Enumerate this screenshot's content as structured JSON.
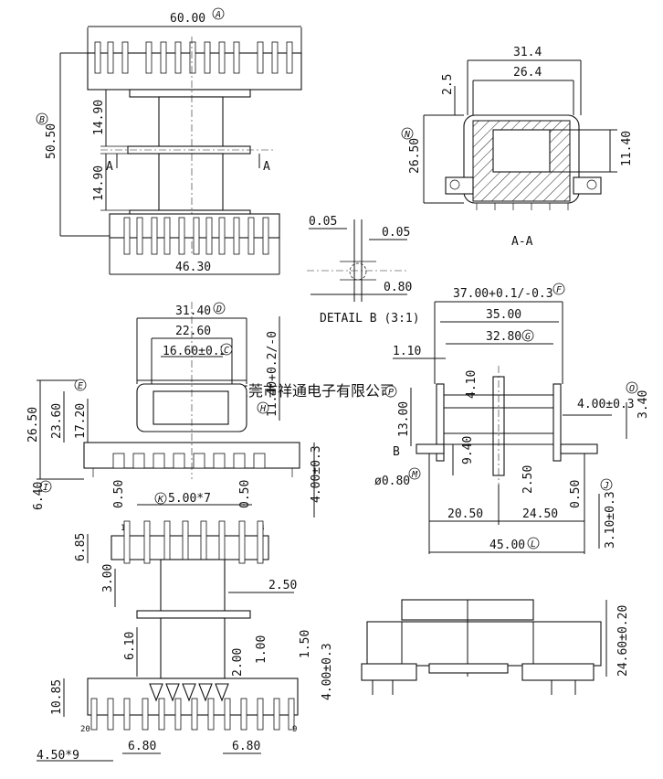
{
  "watermark": "东莞市祥通电子有限公司",
  "top_view": {
    "width_top": "60.00",
    "width_top_marker": "A",
    "overall_height": "50.50",
    "overall_height_marker": "B",
    "upper_section": "14.90",
    "lower_section": "14.90",
    "width_bottom": "46.30",
    "section_mark_left": "A",
    "section_mark_right": "A"
  },
  "section_aa": {
    "outer_width": "31.4",
    "inner_width": "26.4",
    "wall": "2.5",
    "height": "26.50",
    "height_marker": "N",
    "inner_height": "11.40",
    "caption": "A-A"
  },
  "detail_b": {
    "gap_left": "0.05",
    "gap_right": "0.05",
    "slot": "0.80",
    "caption": "DETAIL B (3:1)"
  },
  "front_view": {
    "width_outer": "31.40",
    "width_outer_marker": "D",
    "width_mid": "22.60",
    "width_inner": "16.60±0.2",
    "width_inner_marker": "C",
    "core_height": "11.40+0.2/-0",
    "core_height_marker": "H",
    "total_height": "26.50",
    "height_2": "23.60",
    "height_2_marker": "E",
    "height_3": "17.20",
    "pin_length": "6.40",
    "pin_length_marker": "I",
    "pin_length_right": "4.00±0.3",
    "pitch_label": "5.00*7",
    "pitch_marker": "K",
    "clearance_left": "0.50",
    "clearance_right": "0.50"
  },
  "side_view": {
    "width_total": "37.00+0.1/-0.3",
    "width_total_marker": "F",
    "width_35": "35.00",
    "width_328": "32.80",
    "width_328_marker": "G",
    "offset": "1.10",
    "flange_gap": "4.10",
    "height_13": "13.00",
    "height_13_marker": "P",
    "pin_offset": "4.00±0.3",
    "pin_offset_marker": "O",
    "right_height": "3.40",
    "detail_b_ref": "B",
    "pin_height": "9.40",
    "pin_dia": "ø0.80",
    "pin_dia_marker": "M",
    "center_gap": "2.50",
    "pin_protrusion": "0.50",
    "pin_protrusion_marker": "J",
    "left_span": "20.50",
    "right_span": "24.50",
    "pin_stub": "3.10±0.3",
    "base_width": "45.00",
    "base_width_marker": "L"
  },
  "bottom_view": {
    "pin_start": "1",
    "pin_end": "8",
    "pin_start_lower": "20",
    "pin_end_lower": "9",
    "flange_height": "6.85",
    "slot_3": "3.00",
    "slot_25": "2.50",
    "slot_61": "6.10",
    "slot_2": "2.00",
    "slot_1": "1.00",
    "slot_15": "1.50",
    "pin_len": "4.00±0.3",
    "bottom_flange": "10.85",
    "pitch_lower": "4.50*9",
    "gap_left": "6.80",
    "gap_right": "6.80"
  },
  "iso_view": {
    "height": "24.60±0.20"
  }
}
